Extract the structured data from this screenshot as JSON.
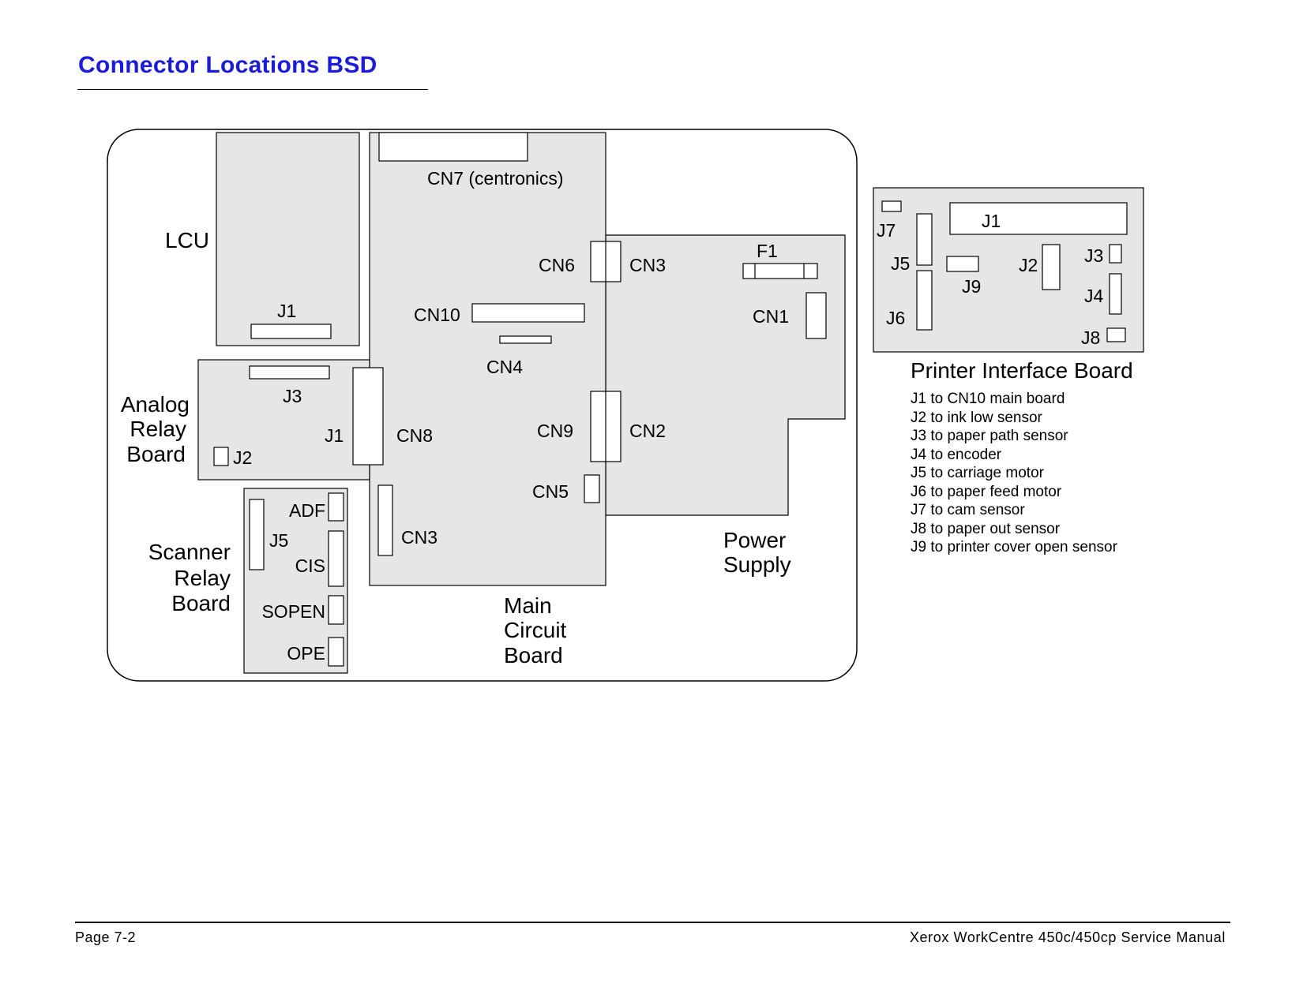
{
  "header": {
    "title": "Connector Locations BSD"
  },
  "boards": {
    "lcu": {
      "name": "LCU",
      "j1": "J1"
    },
    "analog_relay": {
      "name_lines": [
        "Analog",
        "Relay",
        "Board"
      ],
      "j3": "J3",
      "j1": "J1",
      "j2": "J2"
    },
    "scanner_relay": {
      "name_lines": [
        "Scanner",
        "Relay",
        "Board"
      ],
      "j5": "J5",
      "adf": "ADF",
      "cis": "CIS",
      "sopen": "SOPEN",
      "ope": "OPE"
    },
    "main_circuit": {
      "name_lines": [
        "Main",
        "Circuit",
        "Board"
      ],
      "cn7": "CN7 (centronics)",
      "cn6": "CN6",
      "cn10": "CN10",
      "cn4": "CN4",
      "cn8": "CN8",
      "cn9": "CN9",
      "cn5": "CN5",
      "cn3": "CN3"
    },
    "power_supply": {
      "name_lines": [
        "Power",
        "Supply"
      ],
      "cn3": "CN3",
      "f1": "F1",
      "cn1": "CN1",
      "cn2": "CN2"
    },
    "printer_interface": {
      "name": "Printer Interface Board",
      "j1": "J1",
      "j2": "J2",
      "j3": "J3",
      "j4": "J4",
      "j5": "J5",
      "j6": "J6",
      "j7": "J7",
      "j8": "J8",
      "j9": "J9",
      "legend": [
        "J1 to CN10 main board",
        "J2 to ink low sensor",
        "J3 to paper path sensor",
        "J4 to encoder",
        "J5 to carriage motor",
        "J6 to paper feed motor",
        "J7 to cam sensor",
        "J8 to paper out sensor",
        "J9 to printer cover open sensor"
      ]
    }
  },
  "footer": {
    "page": "Page 7-2",
    "manual": "Xerox WorkCentre 450c/450cp Service Manual"
  }
}
